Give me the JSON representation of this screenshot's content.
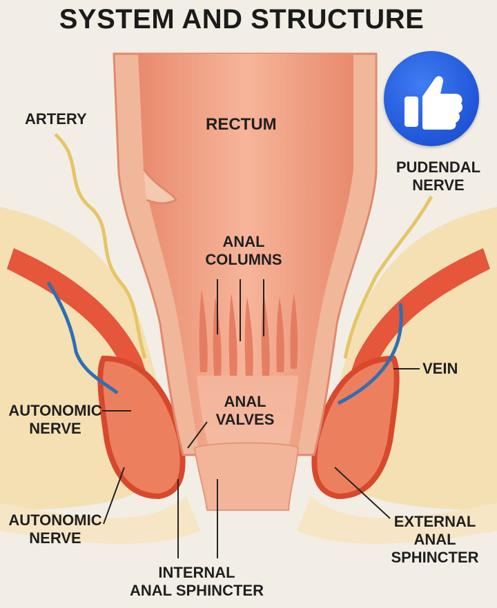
{
  "title": "SYSTEM AND STRUCTURE",
  "labels": {
    "artery": "ARTERY",
    "rectum": "RECTUM",
    "pudendal_nerve_line1": "PUDENDAL",
    "pudendal_nerve_line2": "NERVE",
    "anal_columns_line1": "ANAL",
    "anal_columns_line2": "COLUMNS",
    "vein": "VEIN",
    "anal_valves_line1": "ANAL",
    "anal_valves_line2": "VALVES",
    "autonomic_nerve_upper_line1": "AUTONOMIC",
    "autonomic_nerve_upper_line2": "NERVE",
    "autonomic_nerve_lower_line1": "AUTONOMIC",
    "autonomic_nerve_lower_line2": "NERVE",
    "external_sphincter_line1": "EXTERNAL",
    "external_sphincter_line2": "ANAL",
    "external_sphincter_line3": "SPHINCTER",
    "internal_sphincter_line1": "INTERNAL",
    "internal_sphincter_line2": "ANAL SPHINCTER"
  },
  "badge_icon": "thumbs-up-icon",
  "colors": {
    "background": "#f2eee6",
    "fat": "#f3dfb0",
    "muscle": "#e8573d",
    "mucosa": "#f0a58a",
    "artery": "#e4c565",
    "vein": "#2f6fb5",
    "badge": "#2a63e0"
  }
}
